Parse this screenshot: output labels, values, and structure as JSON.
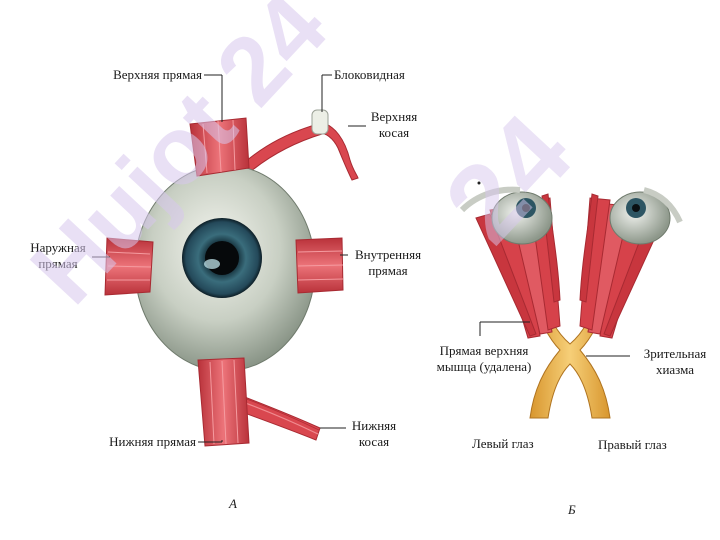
{
  "figureA": {
    "panel_label": "А",
    "labels": {
      "superior_rectus": "Верхняя прямая",
      "trochlea": "Блоковидная",
      "superior_oblique_1": "Верхняя",
      "superior_oblique_2": "косая",
      "lateral_rectus_1": "Наружная",
      "lateral_rectus_2": "прямая",
      "medial_rectus_1": "Внутренняя",
      "medial_rectus_2": "прямая",
      "inferior_rectus": "Нижняя прямая",
      "inferior_oblique_1": "Нижняя",
      "inferior_oblique_2": "косая"
    }
  },
  "figureB": {
    "panel_label": "Б",
    "labels": {
      "removed_muscle_1": "Прямая верхняя",
      "removed_muscle_2": "мышца (удалена)",
      "chiasm_1": "Зрительная",
      "chiasm_2": "хиазма",
      "left_eye": "Левый глаз",
      "right_eye": "Правый глаз"
    }
  },
  "watermark": {
    "line1": "Hujot 24",
    "line2": "24",
    "color": "#d8c8ee"
  },
  "colors": {
    "muscle": "#d6424a",
    "muscle_dark": "#a82a32",
    "sclera": "#aab3a6",
    "iris": "#2d5563",
    "nerve": "#e8b253"
  }
}
